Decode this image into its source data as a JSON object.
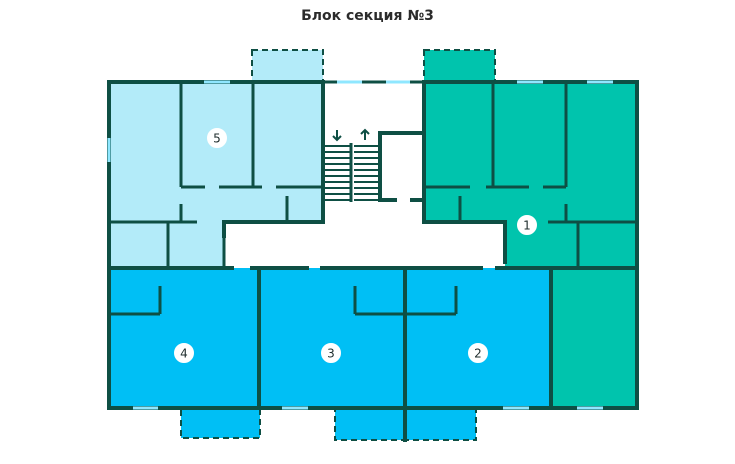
{
  "title": "Блок секция №3",
  "colors": {
    "wall": "#0e4f44",
    "unit1": "#00c4ad",
    "unit2": "#00bff5",
    "unit3": "#00bff5",
    "unit4": "#00bff5",
    "unit5": "#b3ebf9",
    "window": "#8fe7ff",
    "badge": "#ffffff"
  },
  "units": [
    {
      "id": "1",
      "label": "1"
    },
    {
      "id": "2",
      "label": "2"
    },
    {
      "id": "3",
      "label": "3"
    },
    {
      "id": "4",
      "label": "4"
    },
    {
      "id": "5",
      "label": "5"
    }
  ],
  "stair_icons": [
    "arrow-down-icon",
    "arrow-up-icon"
  ]
}
